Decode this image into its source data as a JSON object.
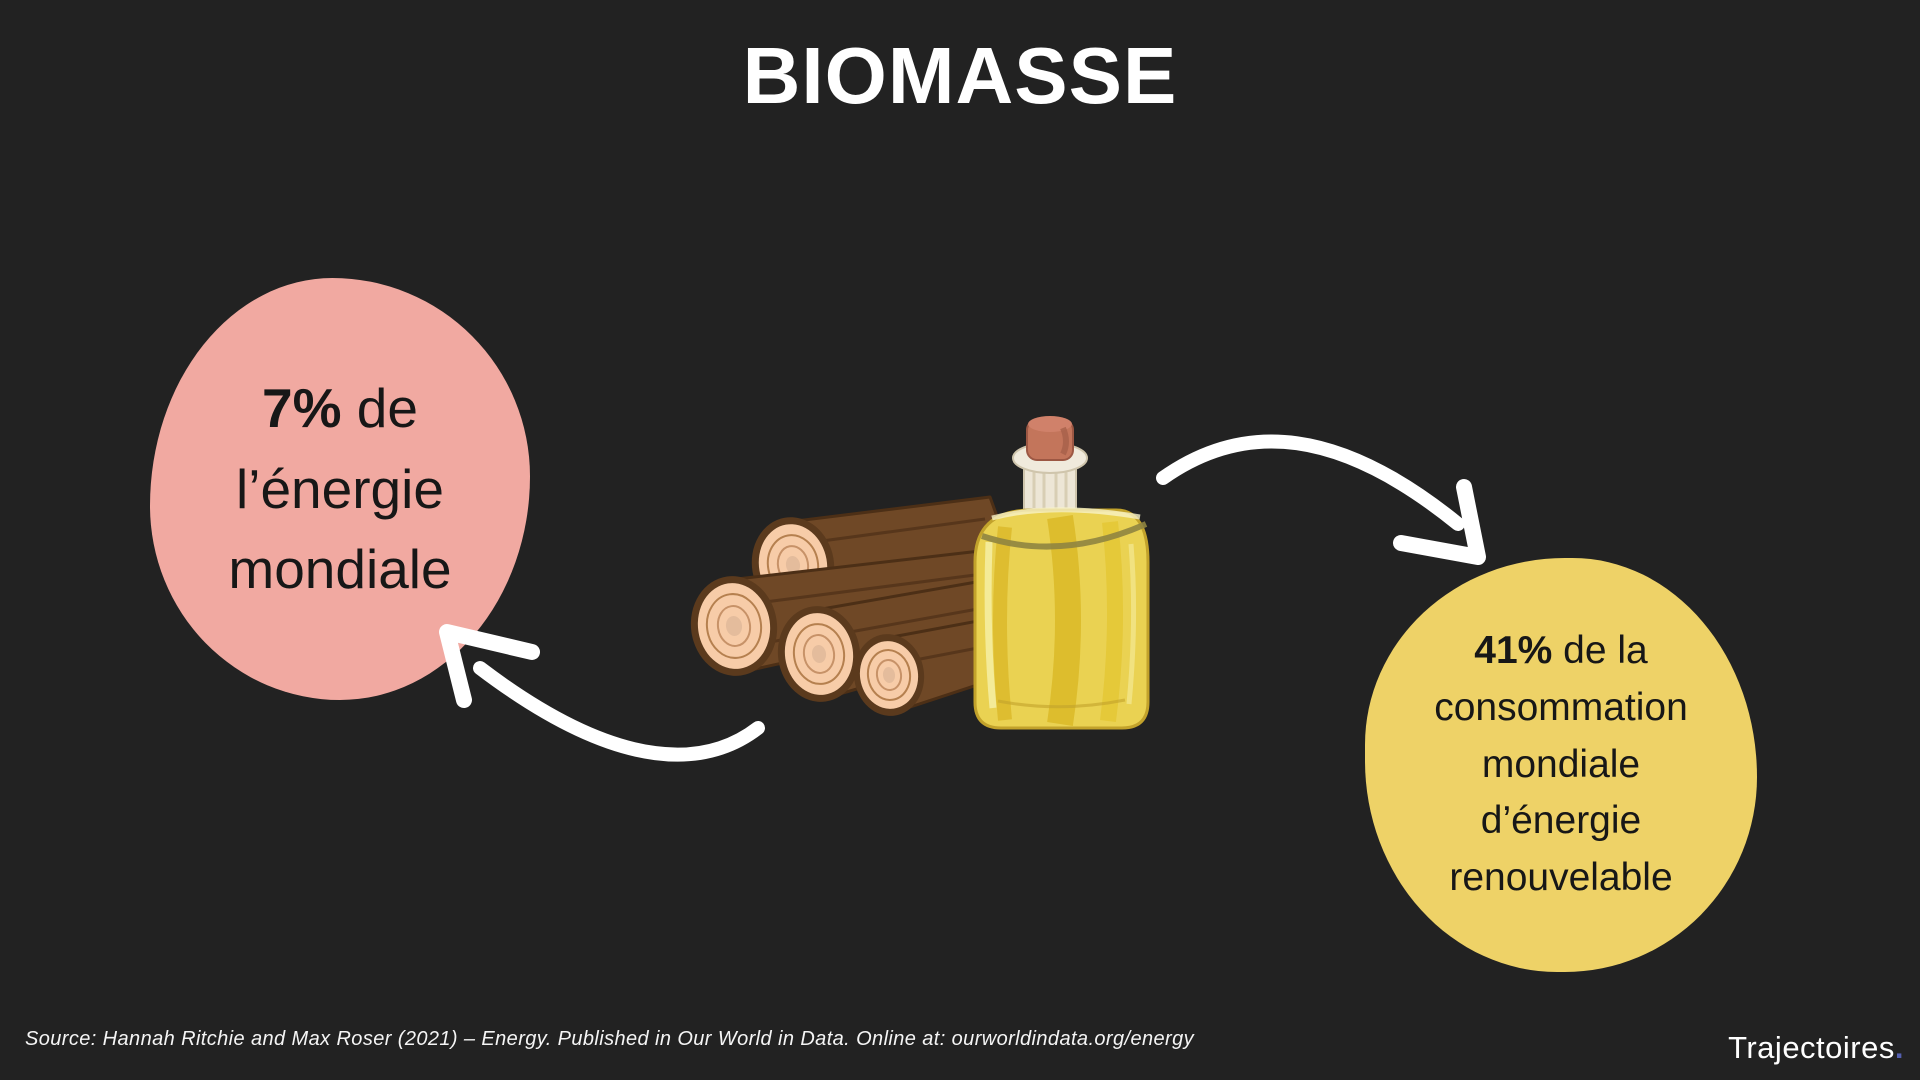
{
  "title": "BIOMASSE",
  "background_color": "#222222",
  "bubbles": {
    "left": {
      "value": "7%",
      "label": " de l’énergie mondiale",
      "color": "#F1A9A1",
      "text_color": "#171717"
    },
    "right": {
      "value": "41%",
      "label": " de la consommation mondiale d’énergie renouvelable",
      "color": "#EED267",
      "text_color": "#171717"
    }
  },
  "illustration": {
    "items": [
      "wood-logs",
      "oil-bottle"
    ]
  },
  "arrows": {
    "color": "#FFFFFF",
    "left_target": "pink-bubble",
    "right_target": "yellow-bubble"
  },
  "footer": {
    "source": "Source: Hannah Ritchie and Max Roser (2021) – Energy. Published in Our World in Data. Online at: ourworldindata.org/energy",
    "logo_text": "Trajectoires",
    "logo_dot": ".",
    "logo_dot_color": "#5560B0"
  }
}
